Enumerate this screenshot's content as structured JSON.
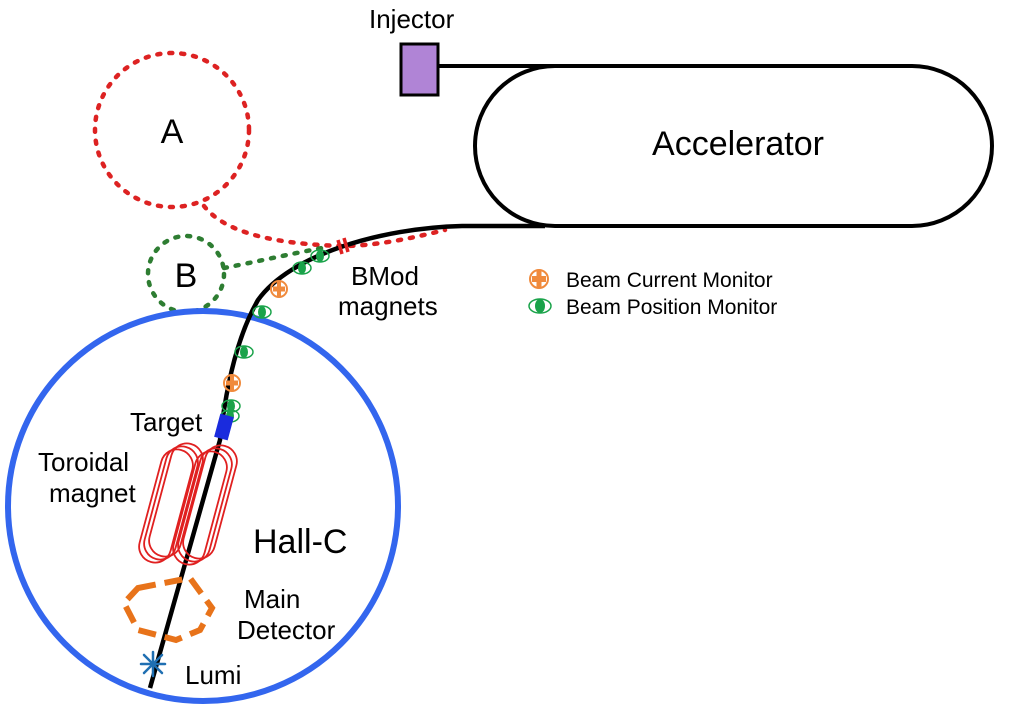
{
  "labels": {
    "injector": "Injector",
    "accelerator": "Accelerator",
    "hall_a": "A",
    "hall_b": "B",
    "bmod_line1": "BMod",
    "bmod_line2": "magnets",
    "target": "Target",
    "toroidal_line1": "Toroidal",
    "toroidal_line2": "magnet",
    "hall_c": "Hall-C",
    "main_detector_line1": "Main",
    "main_detector_line2": "Detector",
    "lumi": "Lumi"
  },
  "legend": {
    "items": [
      {
        "label": "Beam Current Monitor",
        "icon": "beam-current-monitor-icon",
        "color": "#f08a3c"
      },
      {
        "label": "Beam Position Monitor",
        "icon": "beam-position-monitor-icon",
        "color": "#1aa34a"
      }
    ]
  },
  "colors": {
    "beamline": "#000000",
    "hall_c_ring": "#3366ee",
    "hall_a_dotted": "#dd2222",
    "hall_b_dotted": "#2e7d32",
    "injector_fill": "#b084d6",
    "target_fill": "#1a2bdd",
    "toroid": "#e02020",
    "main_detector": "#e8731a",
    "lumi": "#1f6fb2",
    "bcm": "#f08a3c",
    "bpm": "#1aa34a",
    "bmod": "#e02020"
  }
}
